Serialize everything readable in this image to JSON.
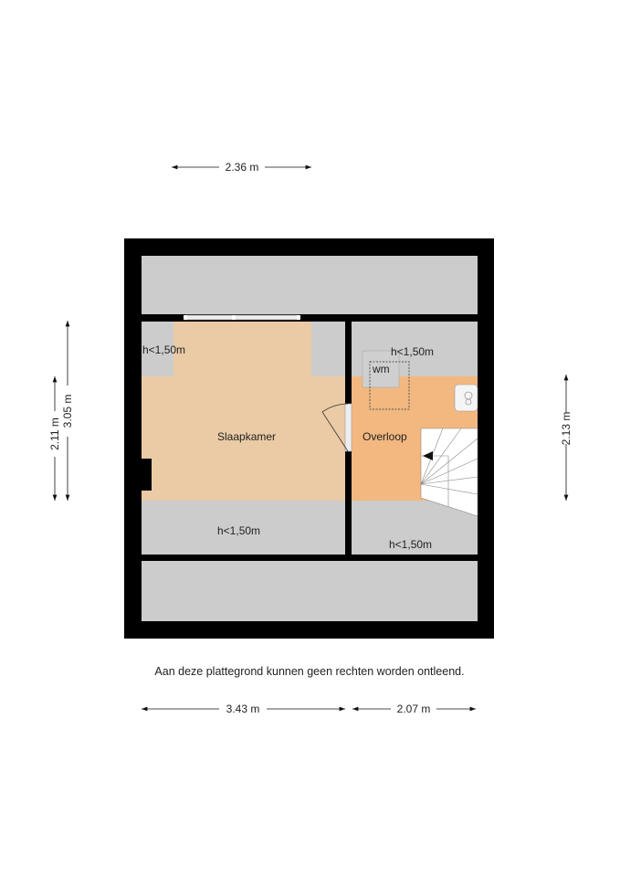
{
  "dimensions": {
    "top": "2.36 m",
    "left_outer": "3.05 m",
    "left_inner": "2.11 m",
    "right": "2.13 m",
    "bottom_left": "3.43 m",
    "bottom_right": "2.07 m"
  },
  "rooms": {
    "bedroom": "Slaapkamer",
    "landing": "Overloop"
  },
  "height_labels": {
    "bedroom_top": "h<1,50m",
    "bedroom_bottom": "h<1,50m",
    "landing_top": "h<1,50m",
    "landing_bottom": "h<1,50m"
  },
  "fixtures": {
    "washing_machine": "wm"
  },
  "disclaimer": "Aan deze plattegrond kunnen geen rechten worden ontleend.",
  "colors": {
    "wall": "#000000",
    "low_area": "#cccccc",
    "bedroom": "#eacba5",
    "landing": "#f2b880"
  }
}
